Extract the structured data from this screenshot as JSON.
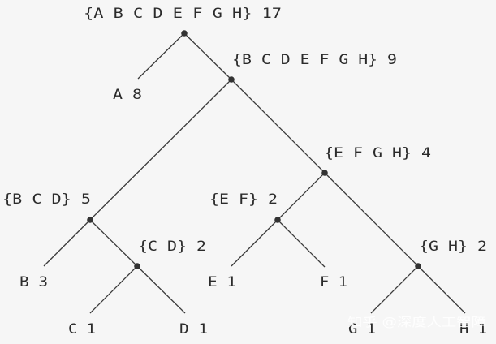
{
  "nodes": {
    "root": "{A B C D E F G H} 17",
    "bcdefgh": "{B C D E F G H} 9",
    "a": "A 8",
    "efgh": "{E F G H} 4",
    "bcd": "{B C D} 5",
    "ef": "{E F} 2",
    "gh": "{G H} 2",
    "cd": "{C D} 2",
    "b": "B 3",
    "e": "E 1",
    "f": "F 1",
    "c": "C 1",
    "d": "D 1",
    "g": "G 1",
    "h": "H 1"
  },
  "watermark": "知乎 @深度人工智障",
  "colors": {
    "background": "#f6f6f6",
    "line": "#3a3a3a",
    "text": "#2b2b2b"
  }
}
